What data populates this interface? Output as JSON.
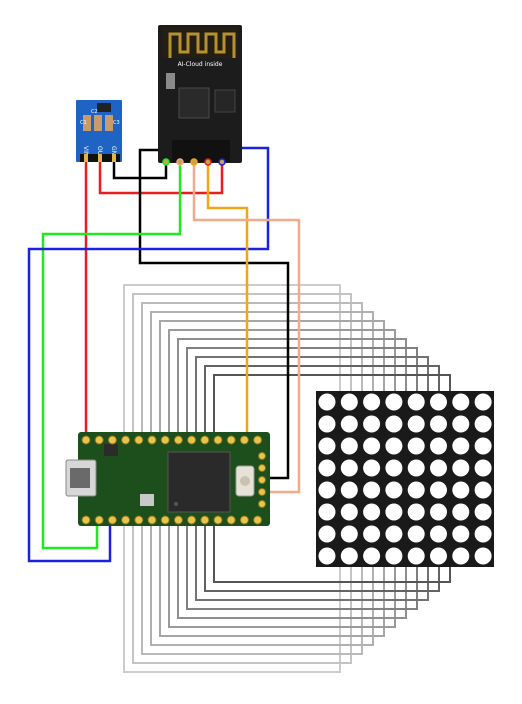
{
  "esp_module": {
    "label": "AI-Cloud inside",
    "board_color": "#1c1c1c",
    "antenna_color": "#b8902e"
  },
  "regulator": {
    "pin_labels": [
      "VIN",
      "OUT",
      "GND"
    ],
    "caps": [
      "C1",
      "C2",
      "C3"
    ],
    "board_color": "#1f64c4"
  },
  "teensy": {
    "board_color": "#1d4f1d"
  },
  "matrix": {
    "rows": 8,
    "cols": 8,
    "led_color": "#ffffff",
    "body_color": "#1a1a1a"
  },
  "wire_colors": {
    "power": "#e81e1e",
    "ground": "#000000",
    "tx": "#1eea1e",
    "rx": "#1a22dd",
    "orange": "#f2a41a",
    "salmon": "#f4a98a"
  }
}
